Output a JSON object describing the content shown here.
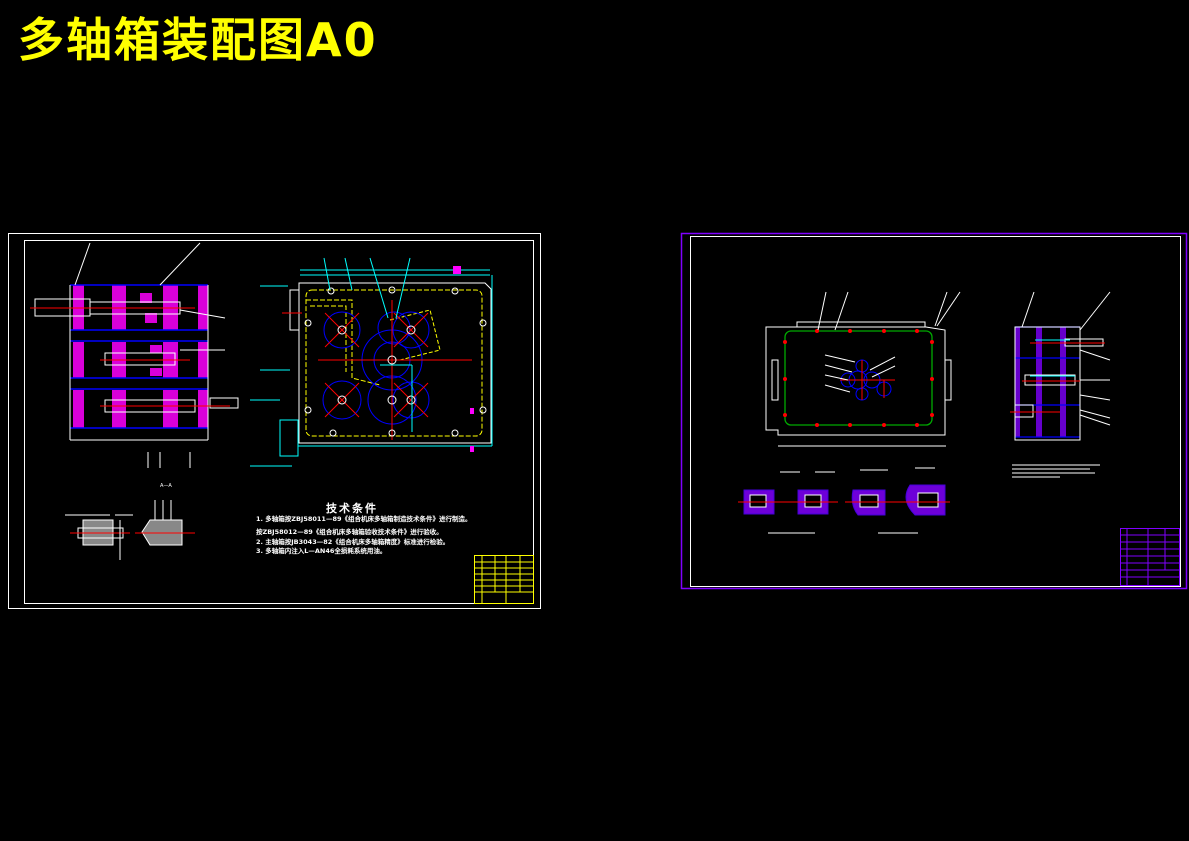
{
  "title": "多轴箱装配图A0",
  "colors": {
    "background": "#000000",
    "title": "#ffff00",
    "outline": "#ffffff",
    "centerline": "#ff0000",
    "hatch": "#ff00ff",
    "gear_circle": "#0000ff",
    "dimension": "#00ffff",
    "hidden_line": "#ffff00",
    "sheet2_border": "#8000ff",
    "gasket": "#00aa00"
  },
  "sheet1": {
    "section_label": "A—A",
    "tech_requirements": {
      "heading": "技术条件",
      "lines": [
        "1. 多轴箱按ZBJ58011—89《组合机床多轴箱制造技术条件》进行制造。",
        "   按ZBJ58012—89《组合机床多轴箱验收技术条件》进行验收。",
        "2. 主轴箱按JB3043—82《组合机床多轴箱精度》标准进行检验。",
        "3. 多轴箱内注入L—AN46全损耗系统用油。"
      ]
    }
  }
}
